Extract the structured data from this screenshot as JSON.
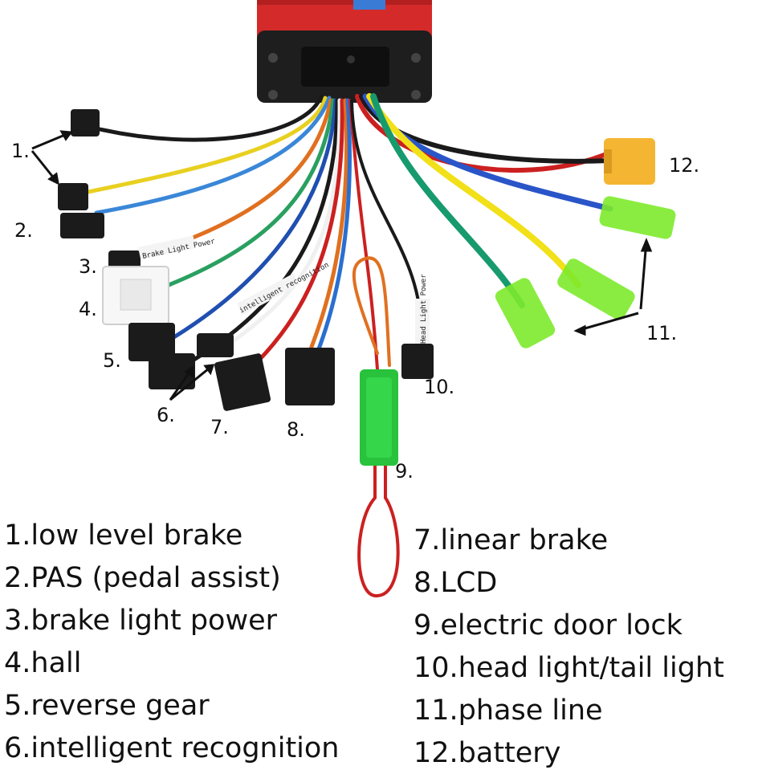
{
  "callouts": {
    "c1": "1.",
    "c2": "2.",
    "c3": "3.",
    "c4": "4.",
    "c5": "5.",
    "c6": "6.",
    "c7": "7.",
    "c8": "8.",
    "c9": "9.",
    "c10": "10.",
    "c11": "11.",
    "c12": "12."
  },
  "connector_labels": {
    "brake_light_power": "Brake Light Power",
    "intelligent_recognition": "intelligent recognition",
    "head_light_power": "Head Light Power"
  },
  "legend": {
    "left": [
      "1.low level brake",
      "2.PAS (pedal assist)",
      "3.brake light power",
      "4.hall",
      "5.reverse gear",
      "6.intelligent recognition"
    ],
    "right": [
      "7.linear brake",
      "8.LCD",
      "9.electric door lock",
      "10.head light/tail light",
      "11.phase line",
      "12.battery"
    ]
  },
  "colors": {
    "controller_body": "#d42a2a",
    "connector_black": "#1b1b1b",
    "phase_tube_green": "#7dea2b",
    "battery_plug_yellow": "#f4b632",
    "door_lock_green": "#28c23c"
  }
}
